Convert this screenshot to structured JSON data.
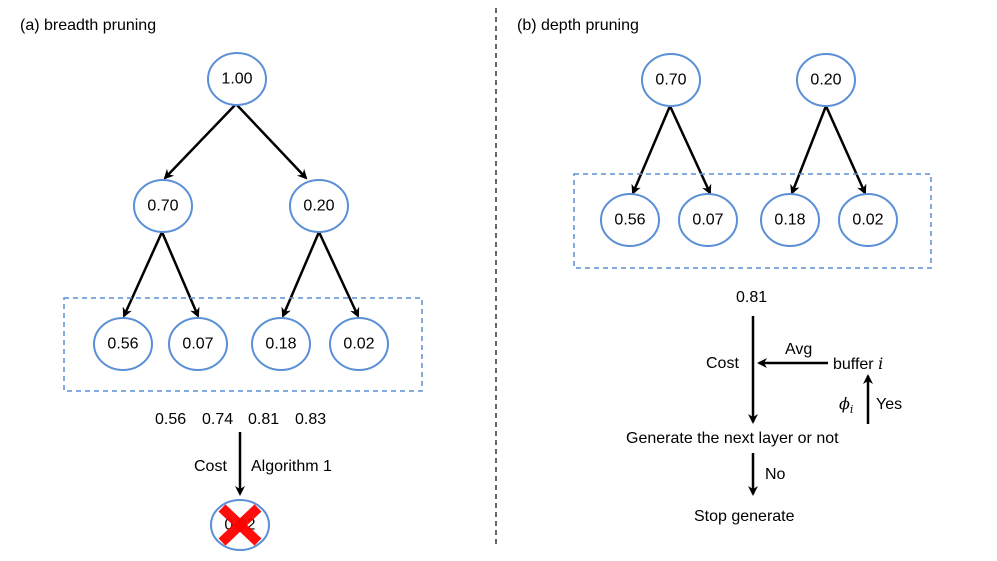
{
  "panel_a": {
    "title": "(a)  breadth pruning",
    "root": "1.00",
    "level1": [
      "0.70",
      "0.20"
    ],
    "level2": [
      "0.56",
      "0.07",
      "0.18",
      "0.02"
    ],
    "scores": [
      "0.56",
      "0.74",
      "0.81",
      "0.83"
    ],
    "arrow_left_label": "Cost",
    "arrow_right_label": "Algorithm 1",
    "pruned_node": "0.02"
  },
  "panel_b": {
    "title": "(b)  depth pruning",
    "level1": [
      "0.70",
      "0.20"
    ],
    "level2": [
      "0.56",
      "0.07",
      "0.18",
      "0.02"
    ],
    "score": "0.81",
    "cost_label": "Cost",
    "avg_label": "Avg",
    "buffer_label": "buffer",
    "buffer_var": "i",
    "phi_symbol": "ϕ",
    "phi_sub": "i",
    "yes_label": "Yes",
    "decision_label": "Generate the next layer or not",
    "no_label": "No",
    "stop_label": "Stop generate"
  }
}
